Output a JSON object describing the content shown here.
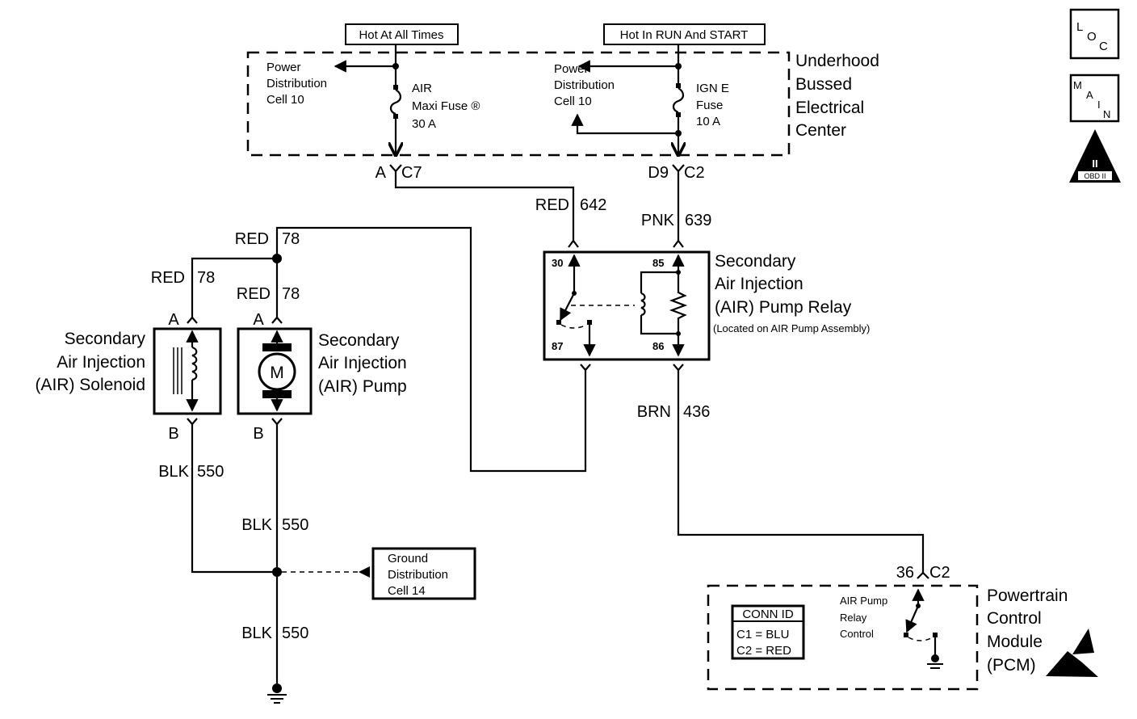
{
  "power": {
    "hot_at_all_times": "Hot At All Times",
    "hot_in_run_start": "Hot In RUN And START"
  },
  "ubec": {
    "title_lines": [
      "Underhood",
      "Bussed",
      "Electrical",
      "Center"
    ],
    "left_pd_lines": [
      "Power",
      "Distribution",
      "Cell 10"
    ],
    "right_pd_lines": [
      "Power",
      "Distribution",
      "Cell 10"
    ],
    "air_fuse_lines": [
      "AIR",
      "Maxi Fuse ®",
      "30 A"
    ],
    "ign_fuse_lines": [
      "IGN E",
      "Fuse",
      "10 A"
    ],
    "conn_left": {
      "pin": "A",
      "conn": "C7"
    },
    "conn_right": {
      "pin": "D9",
      "conn": "C2"
    }
  },
  "wires": {
    "red642": {
      "color": "RED",
      "circuit": "642"
    },
    "pnk639": {
      "color": "PNK",
      "circuit": "639"
    },
    "red78_top": {
      "color": "RED",
      "circuit": "78"
    },
    "red78_sol": {
      "color": "RED",
      "circuit": "78"
    },
    "red78_pump": {
      "color": "RED",
      "circuit": "78"
    },
    "brn436": {
      "color": "BRN",
      "circuit": "436"
    },
    "blk550_sol": {
      "color": "BLK",
      "circuit": "550"
    },
    "blk550_pump": {
      "color": "BLK",
      "circuit": "550"
    },
    "blk550_ground": {
      "color": "BLK",
      "circuit": "550"
    }
  },
  "relay": {
    "title_lines": [
      "Secondary",
      "Air Injection",
      "(AIR) Pump Relay"
    ],
    "note": "(Located on AIR Pump Assembly)",
    "pins": {
      "p30": "30",
      "p85": "85",
      "p87": "87",
      "p86": "86"
    }
  },
  "solenoid": {
    "title_lines": [
      "Secondary",
      "Air Injection",
      "(AIR) Solenoid"
    ],
    "pin_a": "A",
    "pin_b": "B"
  },
  "pump": {
    "title_lines": [
      "Secondary",
      "Air Injection",
      "(AIR) Pump"
    ],
    "motor": "M",
    "pin_a": "A",
    "pin_b": "B"
  },
  "ground_dist": {
    "lines": [
      "Ground",
      "Distribution",
      "Cell 14"
    ]
  },
  "pcm": {
    "title_lines": [
      "Powertrain",
      "Control",
      "Module",
      "(PCM)"
    ],
    "conn_pin": "36",
    "conn": "C2",
    "conn_id_title": "CONN ID",
    "conn_ids": [
      "C1 = BLU",
      "C2 = RED"
    ],
    "control_lines": [
      "AIR Pump",
      "Relay",
      "Control"
    ]
  },
  "badges": {
    "loc": {
      "l": "L",
      "o": "O",
      "c": "C"
    },
    "main": {
      "m": "M",
      "a": "A",
      "i": "I",
      "n": "N"
    },
    "obd": {
      "num": "II",
      "label": "OBD II"
    }
  }
}
